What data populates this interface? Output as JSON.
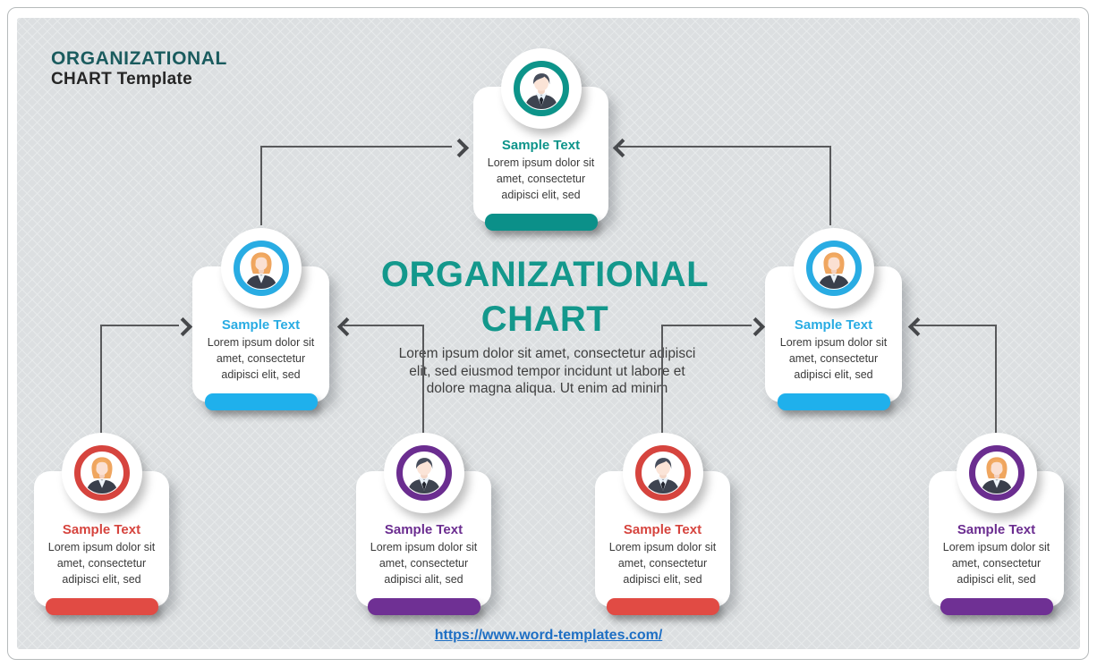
{
  "header": {
    "line1": "ORGANIZATIONAL",
    "line2": "CHART Template"
  },
  "center": {
    "title_line1": "ORGANIZATIONAL",
    "title_line2": "CHART",
    "paragraph": "Lorem ipsum dolor sit amet, consectetur adipisci elit, sed eiusmod tempor incidunt ut labore et dolore magna aliqua. Ut enim ad minim"
  },
  "footer": {
    "url": "https://www.word-templates.com/"
  },
  "colors": {
    "header_teal": "#1a5b5e",
    "title_teal": "#13988c",
    "link_blue": "#1e6fc4",
    "connector_gray": "#58595b"
  },
  "nodes": [
    {
      "level": "top",
      "title": "Sample Text",
      "body": "Lorem ipsum dolor sit amet, consectetur adipisci elit, sed",
      "accent": "#0d948a",
      "pill": "#0b9089",
      "avatar": "male"
    },
    {
      "level": "mid-left",
      "title": "Sample Text",
      "body": "Lorem ipsum dolor sit amet, consectetur adipisci elit, sed",
      "accent": "#29ace3",
      "pill": "#1fb0ec",
      "avatar": "female"
    },
    {
      "level": "mid-right",
      "title": "Sample Text",
      "body": "Lorem ipsum dolor sit amet, consectetur adipisci elit, sed",
      "accent": "#29ace3",
      "pill": "#1fb0ec",
      "avatar": "female"
    },
    {
      "level": "bottom-1",
      "title": "Sample Text",
      "body": "Lorem ipsum dolor sit amet, consectetur adipisci elit, sed",
      "accent": "#d6443e",
      "pill": "#e14b44",
      "avatar": "female"
    },
    {
      "level": "bottom-2",
      "title": "Sample Text",
      "body": "Lorem ipsum dolor sit amet, consectetur adipisci alit, sed",
      "accent": "#6b2d90",
      "pill": "#6f3094",
      "avatar": "male"
    },
    {
      "level": "bottom-3",
      "title": "Sample Text",
      "body": "Lorem ipsum dolor sit amet, consectetur adipisci elit, sed",
      "accent": "#d6443e",
      "pill": "#e14b44",
      "avatar": "male"
    },
    {
      "level": "bottom-4",
      "title": "Sample Text",
      "body": "Lorem ipsum dolor sit amet, consectetur adipisci elit, sed",
      "accent": "#6b2d90",
      "pill": "#6f3094",
      "avatar": "female"
    }
  ]
}
